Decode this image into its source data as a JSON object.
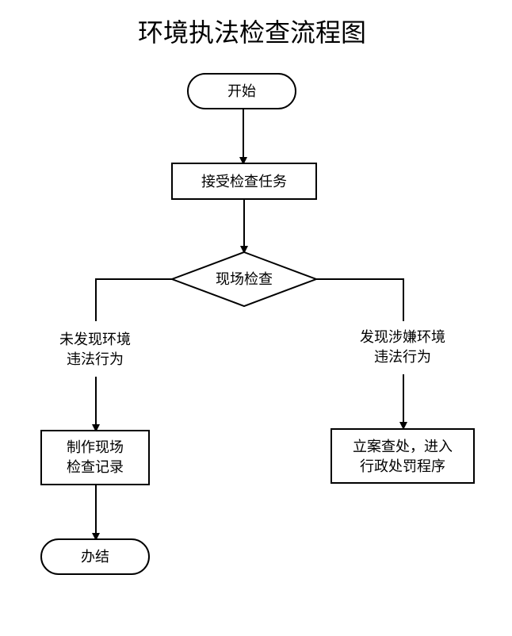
{
  "title": "环境执法检查流程图",
  "nodes": {
    "start": "开始",
    "receive_task": "接受检查任务",
    "onsite_check": "现场检查",
    "make_record": [
      "制作现场",
      "检查记录"
    ],
    "file_case": [
      "立案查处，进入",
      "行政处罚程序"
    ],
    "close": "办结"
  },
  "branches": {
    "no_violation": [
      "未发现环境",
      "违法行为"
    ],
    "violation_found": [
      "发现涉嫌环境",
      "违法行为"
    ]
  },
  "colors": {
    "stroke": "#000000",
    "fill": "#ffffff",
    "text": "#000000"
  }
}
